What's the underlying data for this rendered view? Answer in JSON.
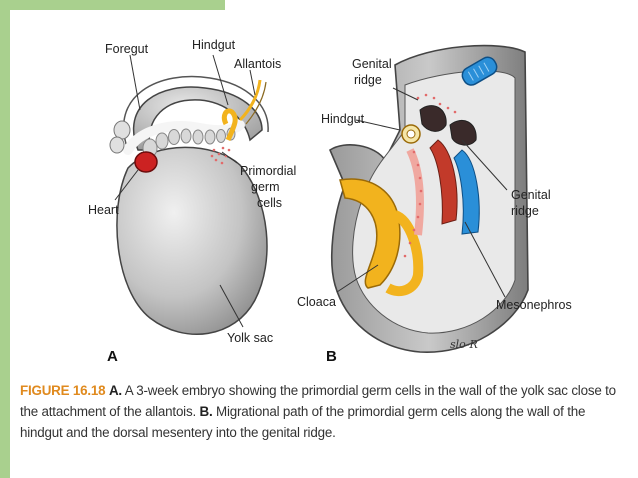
{
  "colors": {
    "frame_accent": "#a9d08e",
    "caption_figure": "#e08a1e",
    "yolk_sac": "#c8c8c8",
    "hindgut_yellow": "#f2b31e",
    "heart_red": "#cc2222",
    "mesonephros_blue": "#2a8fd8"
  },
  "labels": {
    "foregut": "Foregut",
    "hindgut": "Hindgut",
    "allantois": "Allantois",
    "primordial_1": "Primordial",
    "primordial_2": "germ",
    "primordial_3": "cells",
    "heart": "Heart",
    "yolk_sac": "Yolk sac",
    "panel_a": "A",
    "genital_ridge_top_1": "Genital",
    "genital_ridge_top_2": "ridge",
    "hindgut_b": "Hindgut",
    "genital_ridge_right_1": "Genital",
    "genital_ridge_right_2": "ridge",
    "cloaca": "Cloaca",
    "mesonephros": "Mesonephros",
    "panel_b": "B",
    "signature": "slo-R"
  },
  "caption": {
    "figure_number": "FIGURE 16.18",
    "part_a_label": "A.",
    "part_a_text": "A 3-week embryo showing the primordial germ cells in the wall of the yolk sac close to the attachment of the allantois.",
    "part_b_label": "B.",
    "part_b_text": "Migrational path of the primordial germ cells along the wall of the hindgut and the dorsal mesentery into the genital ridge."
  }
}
